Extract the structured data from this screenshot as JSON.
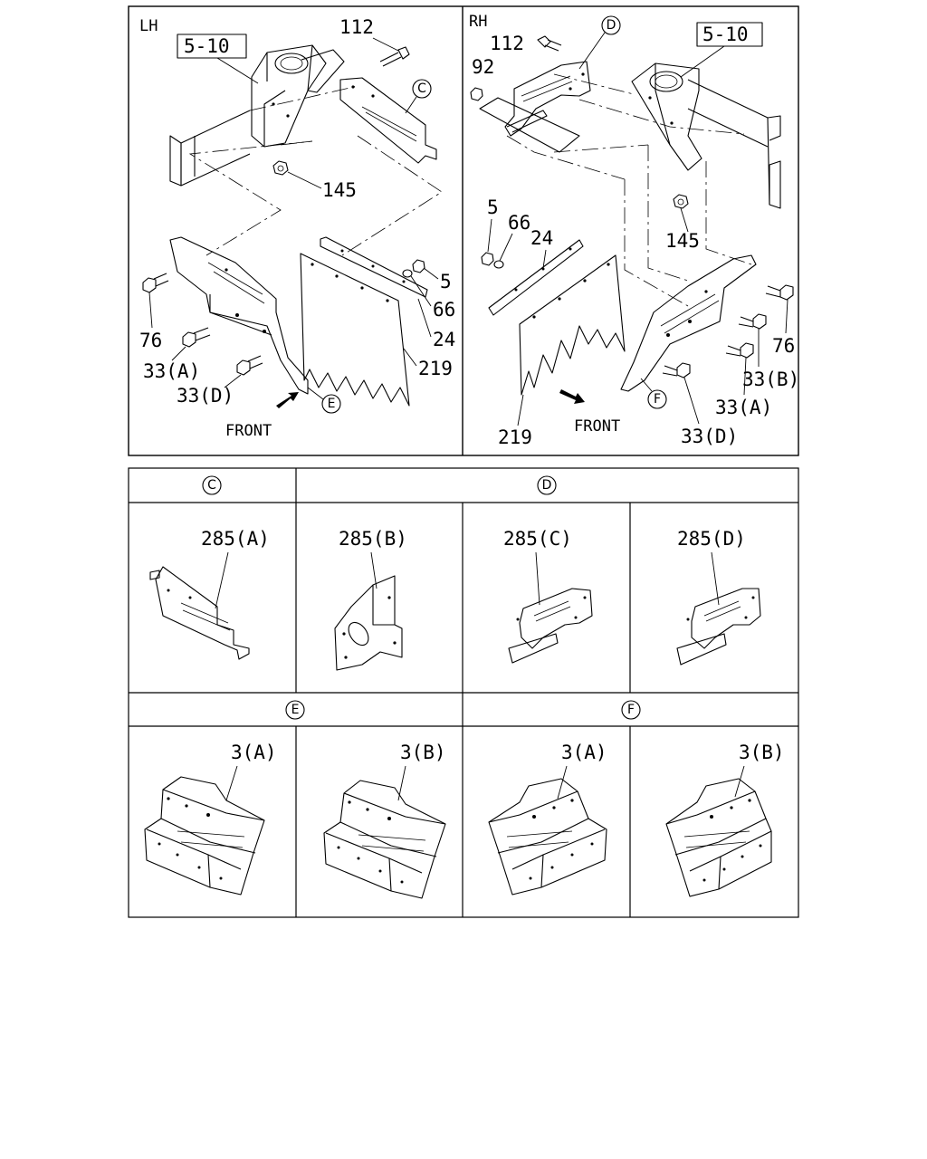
{
  "lh": {
    "side": "LH",
    "ref_box": "5-10",
    "callouts": [
      "112",
      "145",
      "76",
      "33(A)",
      "33(D)",
      "5",
      "66",
      "24",
      "219"
    ],
    "detail_marks": [
      "C",
      "E"
    ],
    "front": "FRONT"
  },
  "rh": {
    "side": "RH",
    "ref_box": "5-10",
    "callouts": [
      "112",
      "92",
      "145",
      "5",
      "66",
      "24",
      "76",
      "33(B)",
      "33(A)",
      "219",
      "33(D)"
    ],
    "detail_marks": [
      "D",
      "F"
    ],
    "front": "FRONT"
  },
  "detail_row1": {
    "headers": [
      "C",
      "D"
    ],
    "parts": [
      "285(A)",
      "285(B)",
      "285(C)",
      "285(D)"
    ]
  },
  "detail_row2": {
    "headers": [
      "E",
      "F"
    ],
    "parts": [
      "3(A)",
      "3(B)",
      "3(A)",
      "3(B)"
    ]
  }
}
